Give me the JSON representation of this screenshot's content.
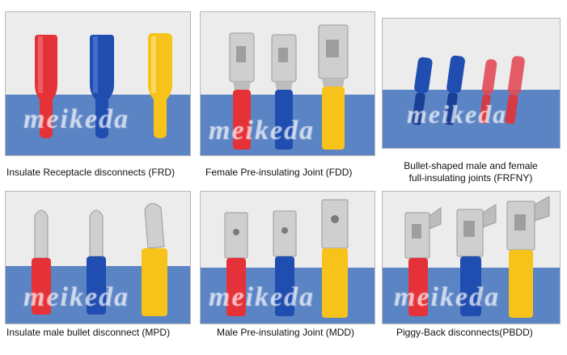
{
  "watermark": "meikeda",
  "colors": {
    "red": "#e53238",
    "blue": "#1f4db0",
    "yellow": "#f7c21a",
    "table": "#5b84c4",
    "wall": "#ececec",
    "metal": "#c9c9c9"
  },
  "panels": [
    {
      "id": "frd",
      "caption": "Insulate Receptacle disconnects (FRD)"
    },
    {
      "id": "fdd",
      "caption": "Female Pre-insulating Joint (FDD)"
    },
    {
      "id": "frfny",
      "caption_line1": "Bullet-shaped male and female",
      "caption_line2": "full-insulating joints (FRFNY)"
    },
    {
      "id": "mpd",
      "caption": "Insulate male bullet disconnect (MPD)"
    },
    {
      "id": "mdd",
      "caption": "Male Pre-insulating Joint (MDD)"
    },
    {
      "id": "pbdd",
      "caption": "Piggy-Back disconnects(PBDD)"
    }
  ]
}
